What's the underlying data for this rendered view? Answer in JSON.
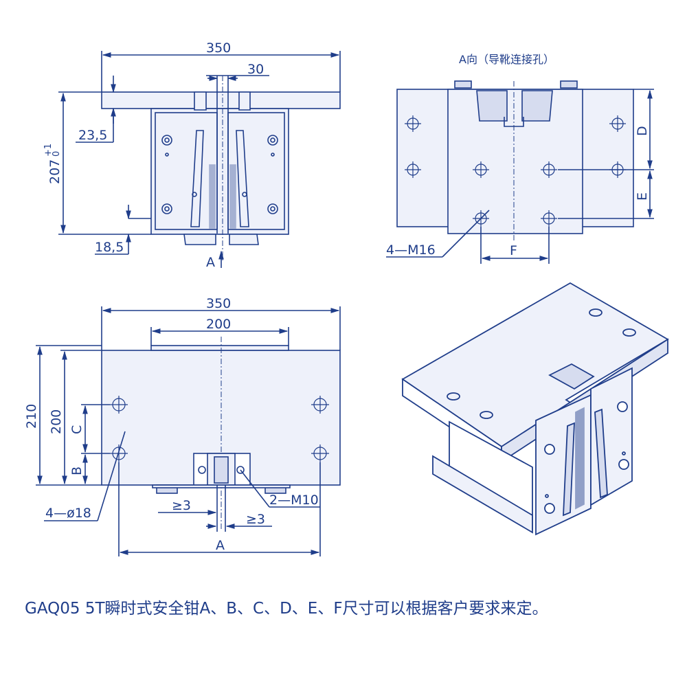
{
  "colors": {
    "line": "#1f3d8a",
    "fill": "#eef1fa",
    "dark": "#1f3d8a"
  },
  "front_view": {
    "dim_width": "350",
    "dim_gap": "30",
    "dim_height": "207",
    "dim_height_tol_upper": "+1",
    "dim_height_tol_lower": "0",
    "dim_top": "23,5",
    "dim_bottom": "18,5",
    "view_arrow_label": "A"
  },
  "side_view": {
    "title": "A向（导靴连接孔）",
    "dim_d": "D",
    "dim_e": "E",
    "dim_f": "F",
    "hole_label": "4—M16"
  },
  "top_view": {
    "dim_width": "350",
    "dim_inner": "200",
    "dim_total_height": "210",
    "dim_height": "200",
    "dim_c": "C",
    "dim_b": "B",
    "dim_a": "A",
    "hole_label": "4—ø18",
    "bolt_label": "2—M10",
    "gap_left": "≥3",
    "gap_right": "≥3"
  },
  "caption": "GAQ05 5T瞬时式安全钳A、B、C、D、E、F尺寸可以根据客户要求来定。"
}
